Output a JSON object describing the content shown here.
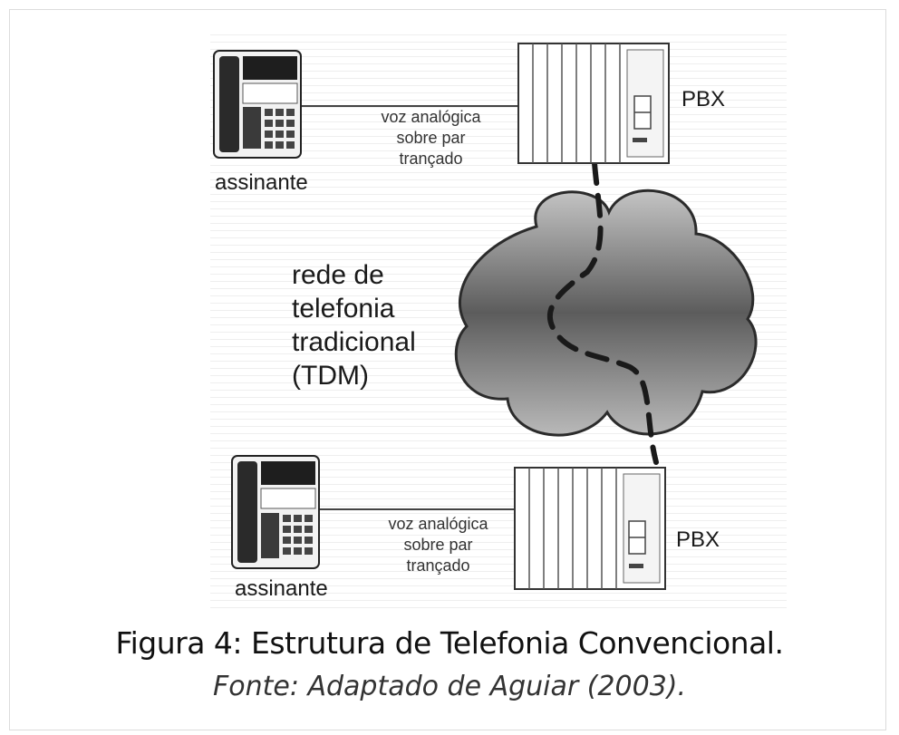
{
  "diagram": {
    "top_phone_label": "assinante",
    "bottom_phone_label": "assinante",
    "top_link_label": [
      "voz analógica",
      "sobre par",
      "trançado"
    ],
    "bottom_link_label": [
      "voz analógica",
      "sobre par",
      "trançado"
    ],
    "top_pbx_label": "PBX",
    "bottom_pbx_label": "PBX",
    "network_label": [
      "rede de",
      "telefonia",
      "tradicional",
      "(TDM)"
    ]
  },
  "caption": {
    "title": "Figura 4: Estrutura de Telefonia Convencional.",
    "source": "Fonte: Adaptado de Aguiar (2003)."
  }
}
